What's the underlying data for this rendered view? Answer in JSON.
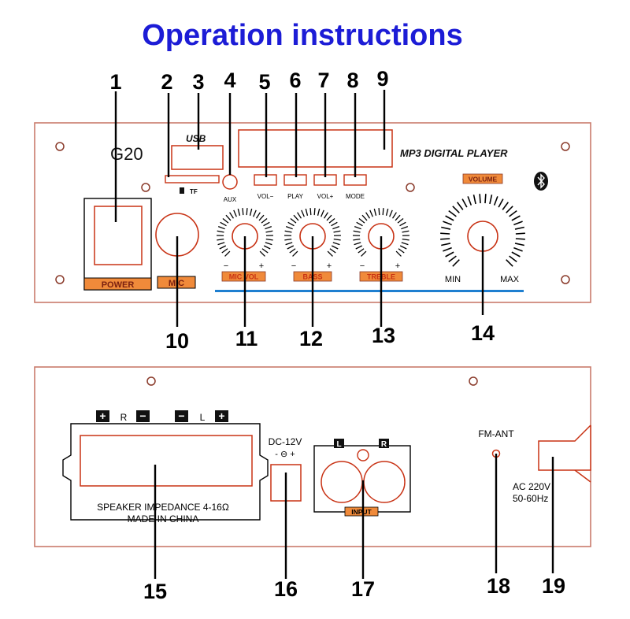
{
  "title": "Operation instructions",
  "colors": {
    "panel_border": "#c97b6c",
    "accent_orange": "#f08a3a",
    "blue_line": "#1e7fd0",
    "title_blue": "#1c1cd6"
  },
  "front": {
    "usb_label": "USB",
    "model": "G20",
    "tf_label": "TF",
    "aux_label": "AUX",
    "buttons": [
      "VOL−",
      "PLAY",
      "VOL+",
      "MODE"
    ],
    "display_label": "MP3 DIGITAL PLAYER",
    "bluetooth_icon": "bluetooth-icon",
    "volume_label": "VOLUME",
    "min_label": "MIN",
    "max_label": "MAX",
    "power_label": "POWER",
    "mic_label": "MIC",
    "knob_labels": [
      "MIC VOL",
      "BASS",
      "TREBLE"
    ],
    "minus": "−",
    "plus": "+"
  },
  "back": {
    "speaker_r": "R",
    "speaker_l": "L",
    "speaker_plus": "+",
    "speaker_minus": "−",
    "impedance": "SPEAKER IMPEDANCE 4-16Ω",
    "made_in": "MADE IN CHINA",
    "dc_label": "DC-12V",
    "dc_polarity": "- ⊖ +",
    "input_l": "L",
    "input_r": "R",
    "input_label": "INPUT",
    "fm_label": "FM-ANT",
    "ac_line1": "AC 220V",
    "ac_line2": "50-60Hz"
  },
  "callouts": [
    "1",
    "2",
    "3",
    "4",
    "5",
    "6",
    "7",
    "8",
    "9",
    "10",
    "11",
    "12",
    "13",
    "14",
    "15",
    "16",
    "17",
    "18",
    "19"
  ]
}
